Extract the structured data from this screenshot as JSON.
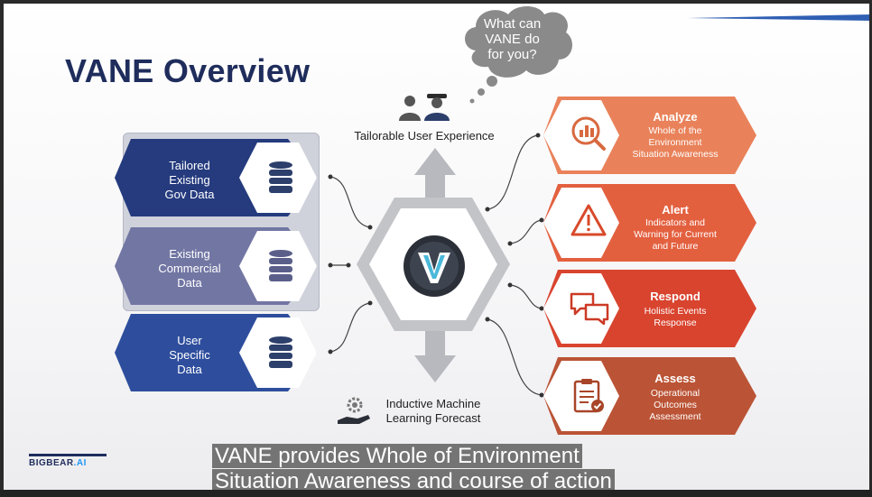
{
  "title": "VANE Overview",
  "thought_bubble": [
    "What can",
    "VANE do",
    "for you?"
  ],
  "user_experience_label": "Tailorable User Experience",
  "ml_label": [
    "Inductive Machine",
    "Learning Forecast"
  ],
  "left_items": [
    {
      "lines": [
        "Tailored",
        "Existing",
        "Gov Data"
      ]
    },
    {
      "lines": [
        "Existing",
        "Commercial",
        "Data"
      ]
    },
    {
      "lines": [
        "User",
        "Specific",
        "Data"
      ]
    }
  ],
  "right_items": [
    {
      "title": "Analyze",
      "desc": [
        "Whole of the",
        "Environment",
        "Situation Awareness"
      ],
      "icon": "analytics-magnifier-icon"
    },
    {
      "title": "Alert",
      "desc": [
        "Indicators and",
        "Warning for Current",
        "and Future"
      ],
      "icon": "warning-triangle-icon"
    },
    {
      "title": "Respond",
      "desc": [
        "Holistic Events",
        "Response"
      ],
      "icon": "chat-bubbles-icon"
    },
    {
      "title": "Assess",
      "desc": [
        "Operational",
        "Outcomes",
        "Assessment"
      ],
      "icon": "clipboard-check-icon"
    }
  ],
  "colors": {
    "navy": "#1f2d5c",
    "left_1": "#253b7e",
    "left_2": "#7276a3",
    "left_3": "#2e4e9d",
    "right_1": "#e9825a",
    "right_2": "#e3603f",
    "right_3": "#d9442f",
    "right_4": "#bb5436"
  },
  "logo": {
    "part1": "BIGBEAR",
    "part2": ".AI"
  },
  "caption": [
    "VANE provides Whole of Environment",
    "Situation Awareness and course of action"
  ]
}
